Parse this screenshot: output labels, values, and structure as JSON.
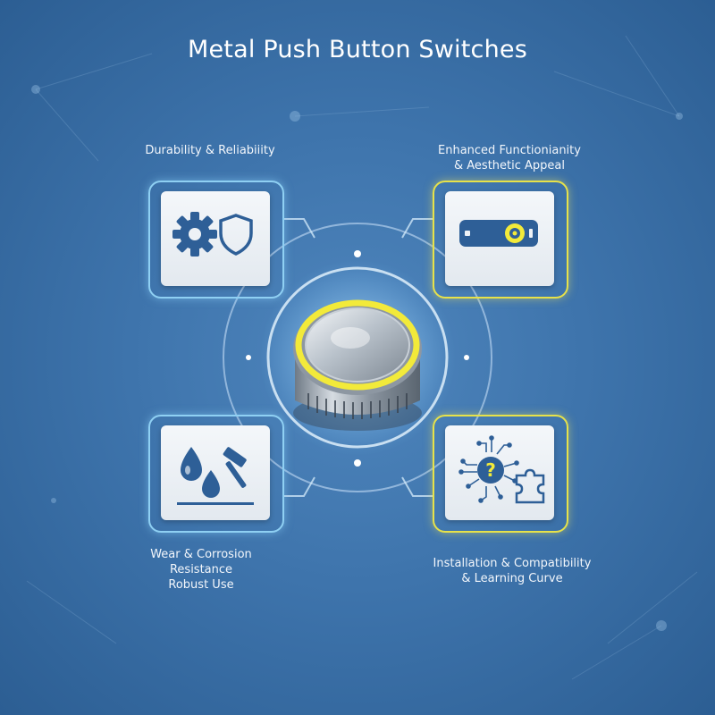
{
  "title": "Metal Push Button Switches",
  "features": [
    {
      "id": "durability",
      "lines": [
        "Durability & Reliabiiity"
      ],
      "icons": [
        "gear-icon",
        "shield-icon"
      ]
    },
    {
      "id": "functionality",
      "lines": [
        "Enhanced Functionianity",
        "& Aesthetic Appeal"
      ],
      "icons": [
        "switch-icon"
      ]
    },
    {
      "id": "corrosion",
      "lines": [
        "Wear & Corrosion",
        "Resistance",
        "Robust Use"
      ],
      "icons": [
        "water-drops-icon",
        "hammer-icon"
      ]
    },
    {
      "id": "installation",
      "lines": [
        "Installation & Compatibility",
        "& Learning Curve"
      ],
      "icons": [
        "circuit-brain-icon",
        "question-icon",
        "puzzle-icon"
      ]
    }
  ],
  "colors": {
    "background": "#3e74ac",
    "icon_blue": "#2e5f97",
    "accent_yellow": "#e7e24a",
    "accent_cyan": "#8fd0f3"
  }
}
